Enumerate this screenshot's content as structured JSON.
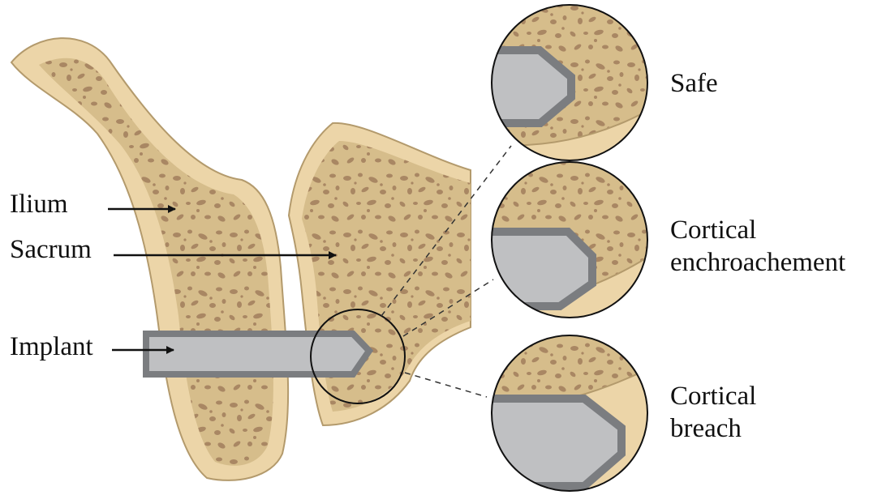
{
  "labels": {
    "ilium": "Ilium",
    "sacrum": "Sacrum",
    "implant": "Implant"
  },
  "outcomes": {
    "safe": [
      "Safe"
    ],
    "encroachment": [
      "Cortical",
      "enchroachement"
    ],
    "breach": [
      "Cortical",
      "breach"
    ]
  },
  "colors": {
    "cortical_bone": "#ecd5a8",
    "bone_outline": "#b39a6c",
    "cancellous_bone": "#d6bd8b",
    "trabecular_pores": "#a98763",
    "implant_fill": "#bfc0c2",
    "implant_border": "#7b7d80",
    "arrow": "#111111"
  },
  "icons": {
    "arrow": "arrow-right-icon"
  }
}
